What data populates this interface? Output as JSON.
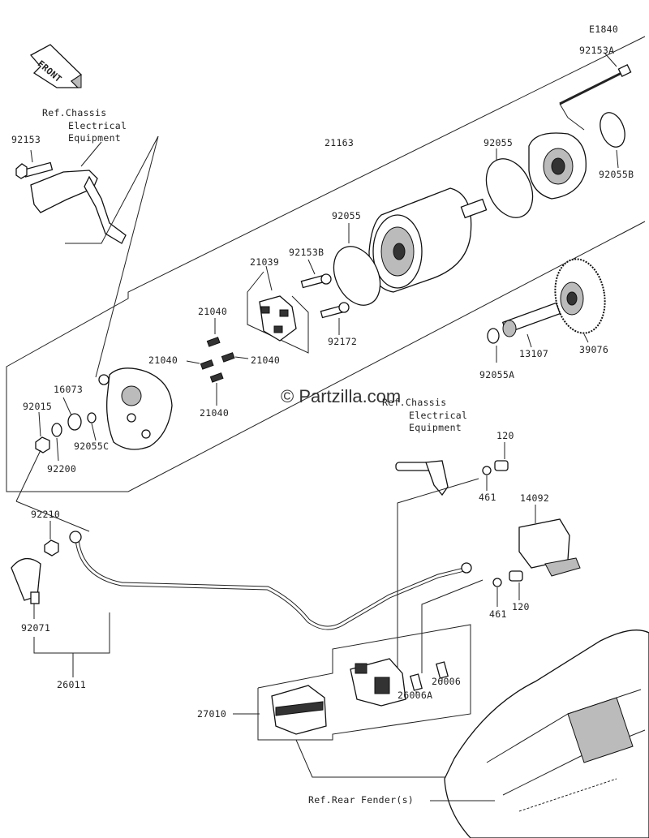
{
  "diagram_code": "E1840",
  "watermark": "© Partzilla.com",
  "front_label": "FRONT",
  "ref_chassis_1": [
    "Ref.Chassis",
    "Electrical",
    "Equipment"
  ],
  "ref_chassis_2": [
    "Ref.Chassis",
    "Electrical",
    "Equipment"
  ],
  "ref_rear_fender": "Ref.Rear Fender(s)",
  "parts": {
    "p92153A": "92153A",
    "p92153": "92153",
    "p21163": "21163",
    "p92055_top": "92055",
    "p92055B": "92055B",
    "p92055_mid": "92055",
    "p92153B": "92153B",
    "p21039": "21039",
    "p92172": "92172",
    "p21040_a": "21040",
    "p21040_b": "21040",
    "p21040_c": "21040",
    "p21040_d": "21040",
    "p16073": "16073",
    "p92015": "92015",
    "p92055C": "92055C",
    "p92200": "92200",
    "p92055A": "92055A",
    "p13107": "13107",
    "p39076": "39076",
    "p120_top": "120",
    "p461_top": "461",
    "p14092": "14092",
    "p461_bot": "461",
    "p120_bot": "120",
    "p92210": "92210",
    "p92071": "92071",
    "p26011": "26011",
    "p26006": "26006",
    "p26006A": "26006A",
    "p27010": "27010"
  }
}
